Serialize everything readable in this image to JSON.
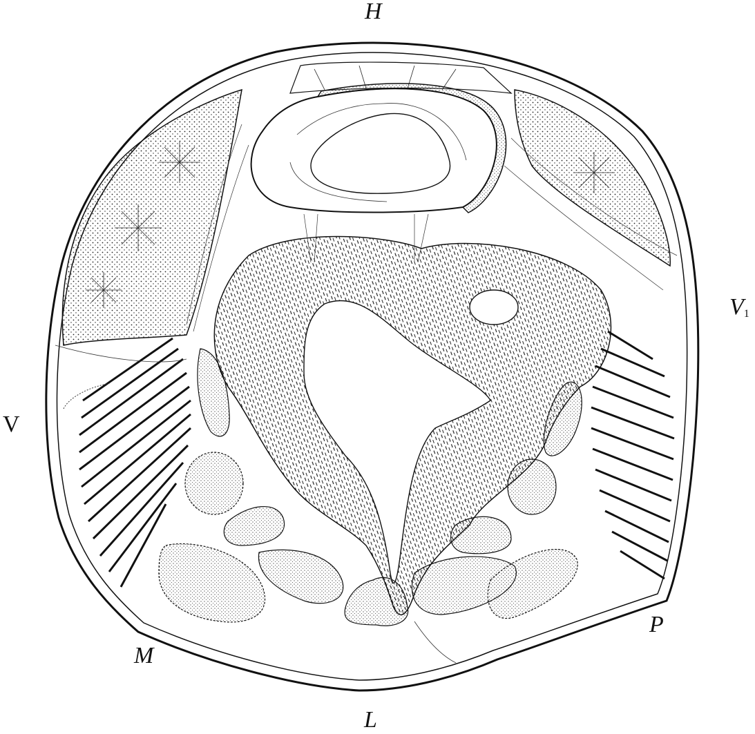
{
  "labels": {
    "H": "H",
    "V": "V",
    "V1_main": "V",
    "V1_sub": "1",
    "M": "M",
    "P": "P",
    "L": "L"
  },
  "colors": {
    "ink": "#111111",
    "paper": "#ffffff",
    "stipple": "#222222"
  }
}
